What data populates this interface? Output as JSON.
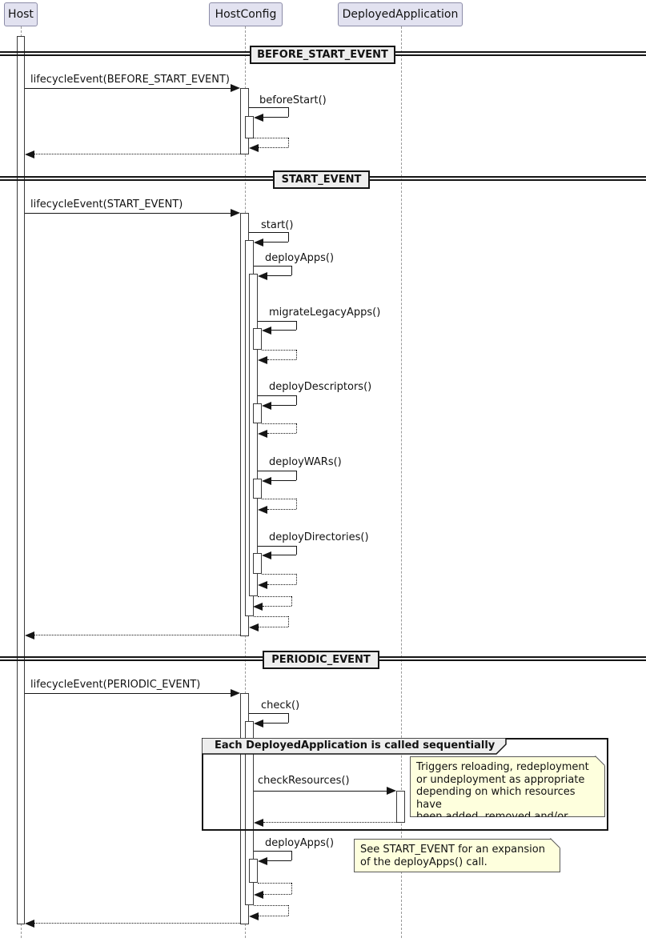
{
  "participants": {
    "host": "Host",
    "hostconfig": "HostConfig",
    "deployedapplication": "DeployedApplication"
  },
  "dividers": {
    "before_start": "BEFORE_START_EVENT",
    "start": "START_EVENT",
    "periodic": "PERIODIC_EVENT"
  },
  "messages": {
    "lifecycle_before_start": "lifecycleEvent(BEFORE_START_EVENT)",
    "before_start": "beforeStart()",
    "lifecycle_start": "lifecycleEvent(START_EVENT)",
    "start": "start()",
    "deploy_apps": "deployApps()",
    "migrate_legacy_apps": "migrateLegacyApps()",
    "deploy_descriptors": "deployDescriptors()",
    "deploy_wars": "deployWARs()",
    "deploy_directories": "deployDirectories()",
    "lifecycle_periodic": "lifecycleEvent(PERIODIC_EVENT)",
    "check": "check()",
    "check_resources": "checkResources()",
    "deploy_apps_periodic": "deployApps()"
  },
  "group": {
    "label": "Each DeployedApplication is called sequentially"
  },
  "notes": {
    "check_resources_note": "Triggers reloading, redeployment\nor undeployment as appropriate\ndepending on which resources have\nbeen added, removed and/or changed.",
    "deploy_apps_note": "See START_EVENT for an expansion\nof the deployApps() call."
  },
  "colors": {
    "participant_fill": "#E2E2F0",
    "participant_border": "#8C8CA8",
    "lifeline": "#999999",
    "line": "#151515",
    "bar_fill": "#FFFFFF",
    "bar_border": "#3A3A3A",
    "divider_fill": "#EEEEEE",
    "note_fill": "#FEFFDD",
    "note_border": "#5A5A5A",
    "group_header_fill": "#EEEEEE",
    "text": "#121212"
  }
}
